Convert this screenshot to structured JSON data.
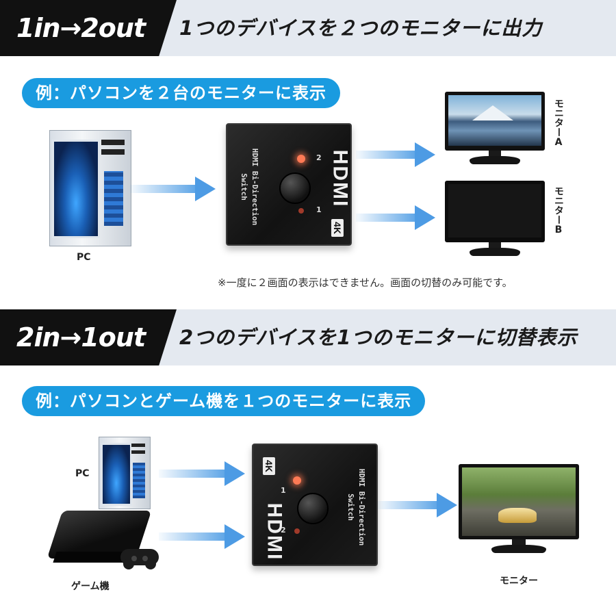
{
  "section1": {
    "label": "1in→2out",
    "title": "1つのデバイスを２つのモニターに出力",
    "example": "例：パソコンを２台のモニターに表示",
    "pc_label": "PC",
    "monitor_a_label": "モニターA",
    "monitor_b_label": "モニターB",
    "note": "※一度に２画面の表示はできません。画面の切替のみ可能です。"
  },
  "section2": {
    "label": "2in→1out",
    "title": "2つのデバイスを1つのモニターに切替表示",
    "example": "例：パソコンとゲーム機を１つのモニターに表示",
    "pc_label": "PC",
    "console_label": "ゲーム機",
    "monitor_label": "モニター"
  },
  "switch": {
    "line1": "HDMI Bi-Direction",
    "line2": "Switch",
    "logo": "HDMI",
    "badge": "4K",
    "port1": "1",
    "port2": "2"
  },
  "colors": {
    "pill": "#1a9be0",
    "header_black": "#111111",
    "header_band": "#e4e9f0",
    "arrow": "#4d9be4"
  },
  "icons": [
    "pc-tower-icon",
    "hdmi-switch-icon",
    "monitor-icon",
    "game-console-icon",
    "controller-icon",
    "arrow-right-icon"
  ]
}
